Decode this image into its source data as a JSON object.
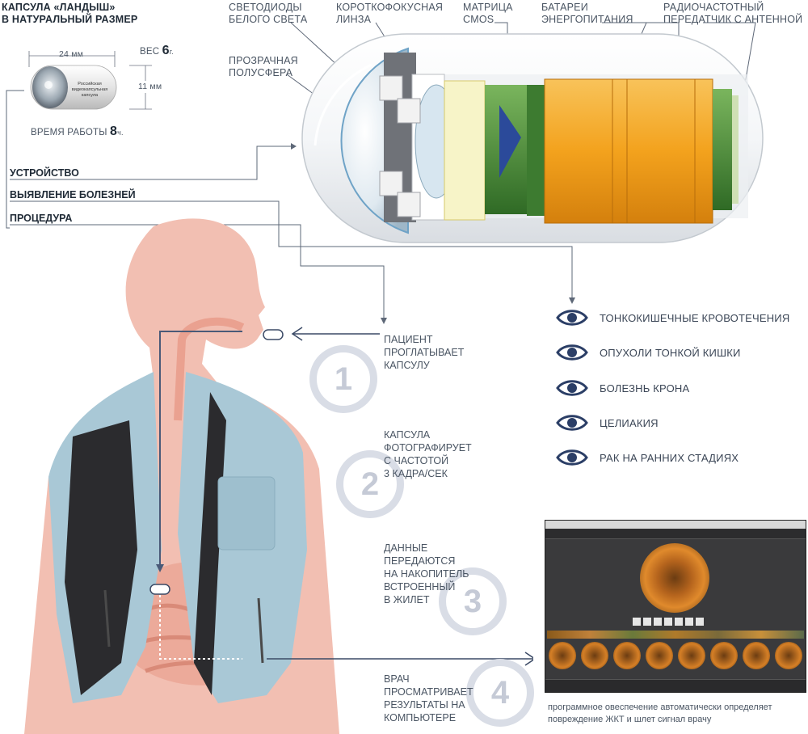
{
  "title": {
    "line1": "КАПСУЛА «ЛАНДЫШ»",
    "line2": "В НАТУРАЛЬНЫЙ РАЗМЕР"
  },
  "specs": {
    "length": "24 мм",
    "diameter": "11 мм",
    "weight_label": "ВЕС",
    "weight_value": "6",
    "weight_unit": "г.",
    "runtime_label": "ВРЕМЯ РАБОТЫ",
    "runtime_value": "8",
    "runtime_unit": "ч.",
    "capsule_text": "Российская видеокапсульная капсула"
  },
  "sections": {
    "device": "УСТРОЙСТВО",
    "diseases": "ВЫЯВЛЕНИЕ БОЛЕЗНЕЙ",
    "procedure": "ПРОЦЕДУРА"
  },
  "components": {
    "leds": [
      "СВЕТОДИОДЫ",
      "БЕЛОГО СВЕТА"
    ],
    "lens": [
      "КОРОТКОФОКУСНАЯ",
      "ЛИНЗА"
    ],
    "cmos": [
      "МАТРИЦА",
      "CMOS"
    ],
    "battery": [
      "БАТАРЕИ",
      "ЭНЕРГОПИТАНИЯ"
    ],
    "radio": [
      "РАДИОЧАСТОТНЫЙ",
      "ПЕРЕДАТЧИК С АНТЕННОЙ"
    ],
    "dome": [
      "ПРОЗРАЧНАЯ",
      "ПОЛУСФЕРА"
    ]
  },
  "diseases": [
    "ТОНКОКИШЕЧНЫЕ КРОВОТЕЧЕНИЯ",
    "ОПУХОЛИ ТОНКОЙ КИШКИ",
    "БОЛЕЗНЬ КРОНА",
    "ЦЕЛИАКИЯ",
    "РАК НА РАННИХ СТАДИЯХ"
  ],
  "steps": [
    {
      "num": "1",
      "lines": [
        "ПАЦИЕНТ",
        "ПРОГЛАТЫВАЕТ",
        "КАПСУЛУ"
      ]
    },
    {
      "num": "2",
      "lines": [
        "КАПСУЛА",
        "ФОТОГРАФИРУЕТ",
        "С ЧАСТОТОЙ",
        "3 КАДРА/СЕК"
      ]
    },
    {
      "num": "3",
      "lines": [
        "ДАННЫЕ",
        "ПЕРЕДАЮТСЯ",
        "НА НАКОПИТЕЛЬ",
        "ВСТРОЕННЫЙ",
        "В ЖИЛЕТ"
      ]
    },
    {
      "num": "4",
      "lines": [
        "ВРАЧ",
        "ПРОСМАТРИВАЕТ",
        "РЕЗУЛЬТАТЫ НА",
        "КОМПЬЮТЕРЕ"
      ]
    }
  ],
  "caption": {
    "line1": "программное овеспечение автоматически определяет",
    "line2": "повреждение ЖКТ и шлет сигнал врачу"
  },
  "colors": {
    "skin": "#f2bfb2",
    "vest": "#a9c8d6",
    "vest_dark": "#2b2b2e",
    "battery": "#f3a21d",
    "pcb_green": "#4c8f3a",
    "cmos_blue": "#2b4a9a",
    "eye_navy": "#2b3e66",
    "circle_gray": "#d9dde6",
    "arrow": "#3b4a66"
  }
}
